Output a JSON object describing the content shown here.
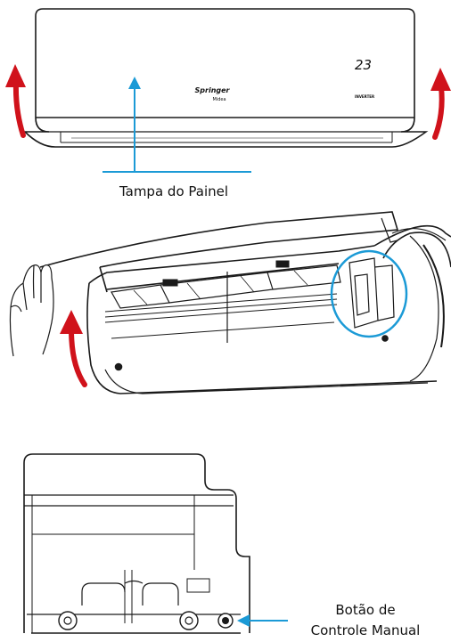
{
  "display": {
    "temperature": "23"
  },
  "brand": {
    "name": "Springer",
    "sub_brand": "Midea",
    "badge": "INVERTER"
  },
  "labels": {
    "panel_cover": "Tampa do Painel",
    "manual_button_line1": "Botão de",
    "manual_button_line2": "Controle Manual"
  },
  "colors": {
    "arrow_red": "#d0121b",
    "pointer_blue": "#1b9ad6",
    "line": "#1a1a1a"
  }
}
